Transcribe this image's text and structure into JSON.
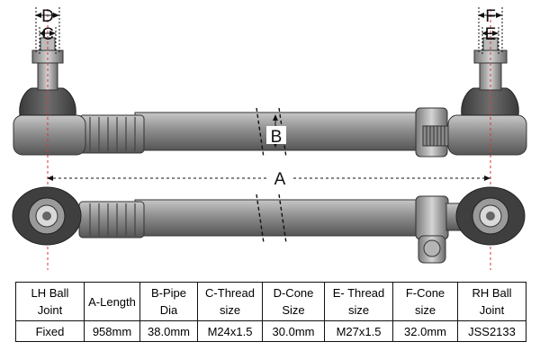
{
  "diagram": {
    "dimension_labels": {
      "A": "A",
      "B": "B",
      "C": "C",
      "D": "D",
      "E": "E",
      "F": "F"
    }
  },
  "table": {
    "headers": [
      [
        "LH Ball",
        "Joint"
      ],
      [
        "A-Length"
      ],
      [
        "B-Pipe",
        "Dia"
      ],
      [
        "C-Thread",
        "size"
      ],
      [
        "D-Cone",
        "Size"
      ],
      [
        "E- Thread",
        "size"
      ],
      [
        "F-Cone",
        "size"
      ],
      [
        "RH Ball",
        "Joint"
      ]
    ],
    "values": [
      "Fixed",
      "958mm",
      "38.0mm",
      "M24x1.5",
      "30.0mm",
      "M27x1.5",
      "32.0mm",
      "JSS2133"
    ]
  }
}
